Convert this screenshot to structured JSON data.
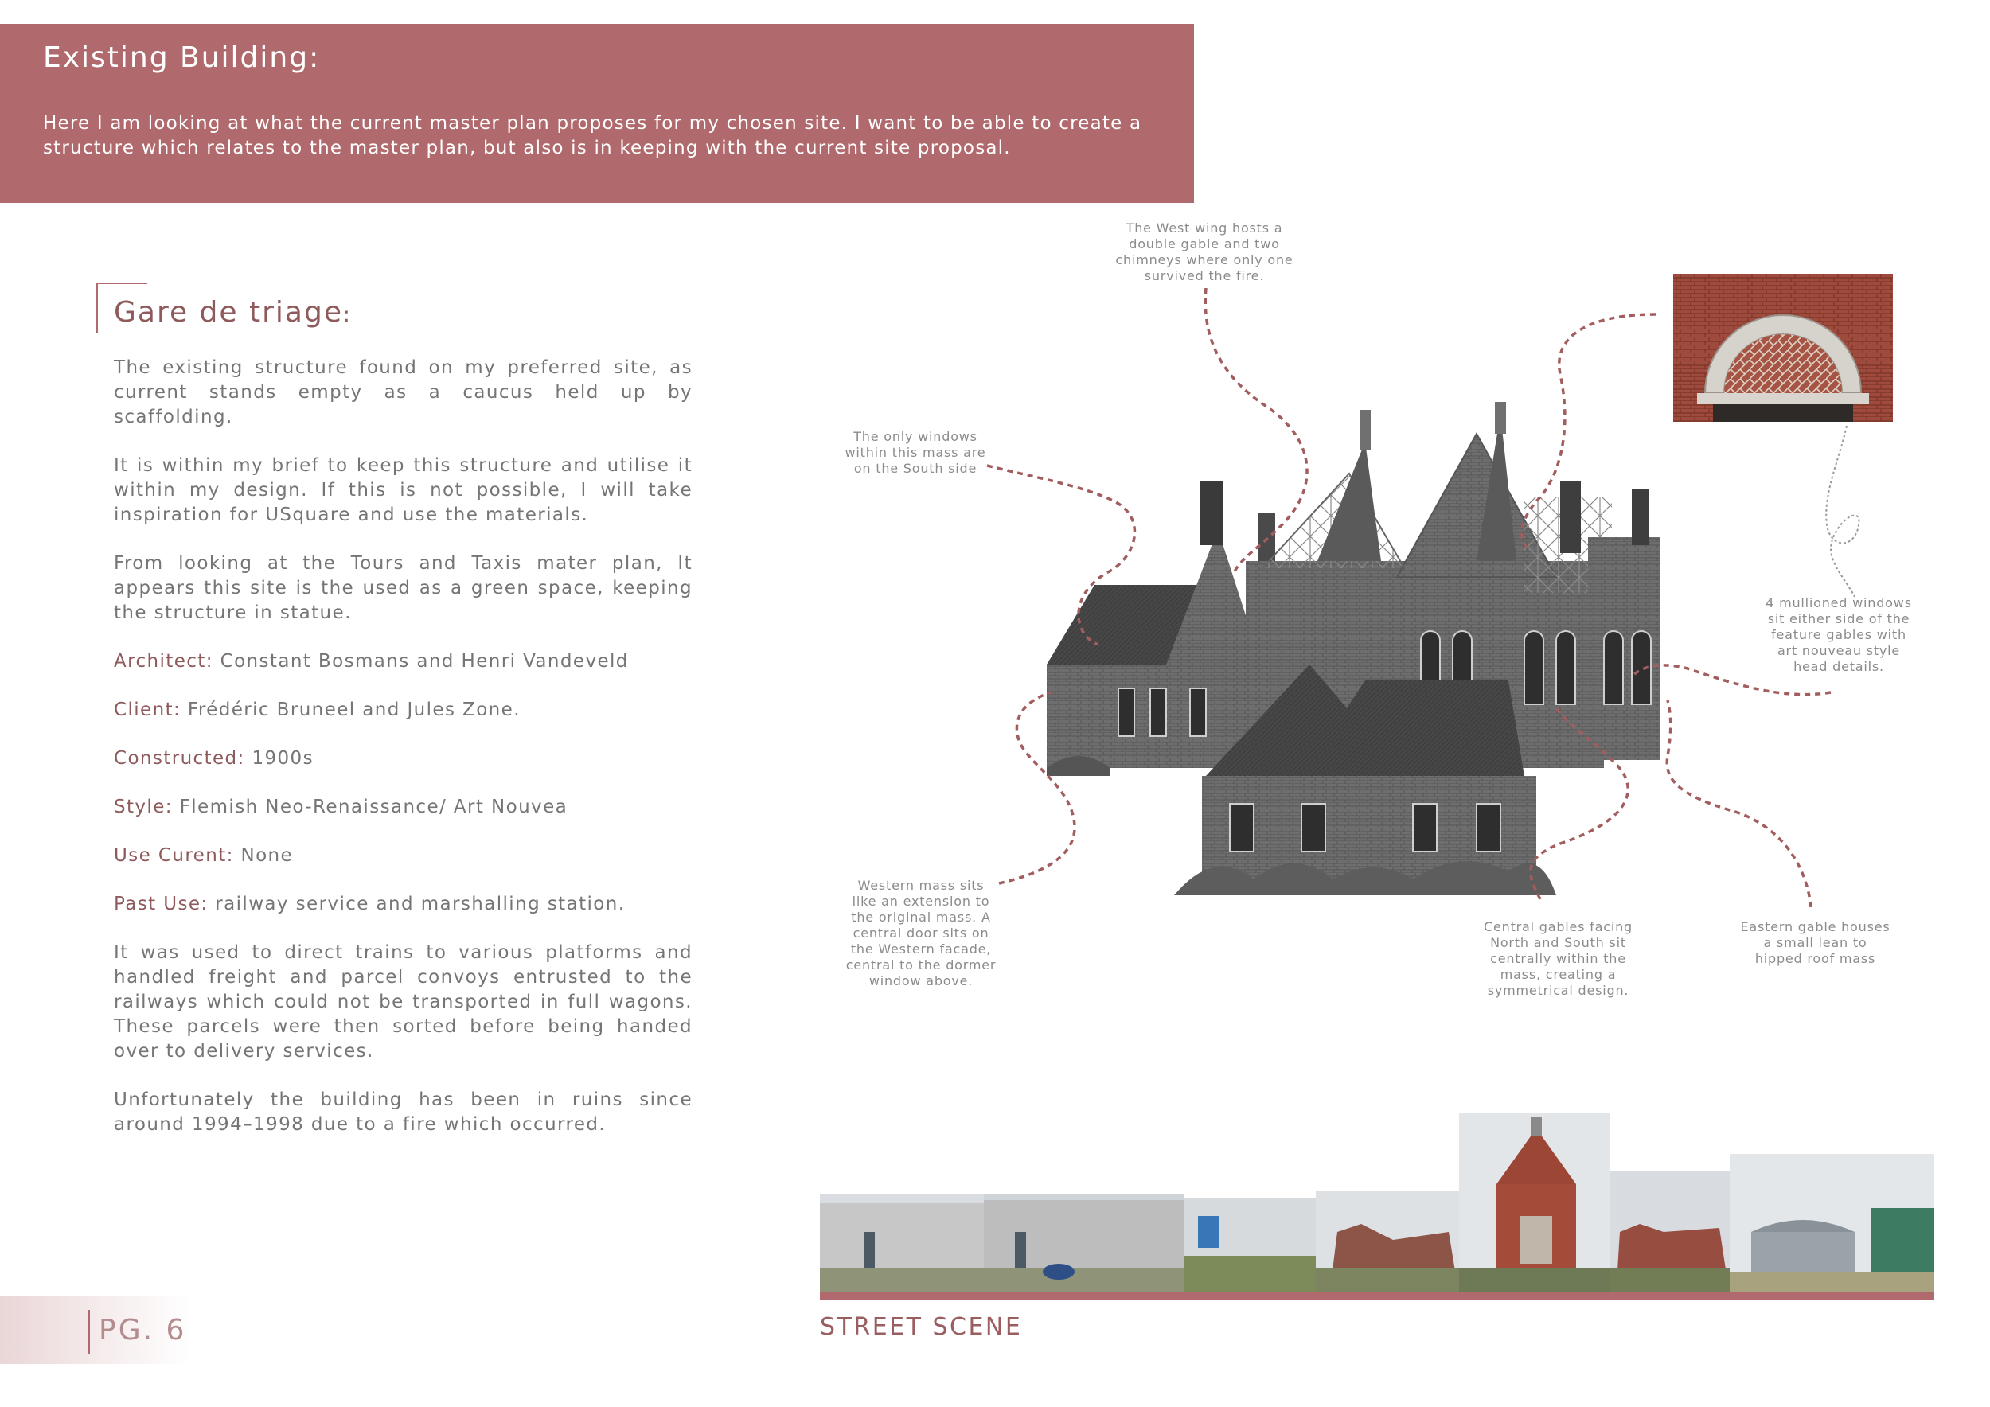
{
  "header": {
    "title": "Existing Building:",
    "intro": "Here I am looking at what the current master plan proposes for my chosen site. I want to be able to create a structure which relates to the master plan, but also is in keeping with the current site proposal."
  },
  "section": {
    "title": "Gare de triage",
    "title_colon": ":",
    "paragraphs": [
      "The existing structure found on my preferred site, as current stands empty as a caucus held up by scaffolding.",
      "It is within my brief to keep this structure and utilise it within my design. If this is not possible, I will take inspiration for USquare and use the materials.",
      "From looking at the Tours and Taxis mater plan, It appears this site is the used as a green space, keeping the structure in statue."
    ],
    "facts": [
      {
        "label": "Architect:",
        "value": "Constant Bosmans and Henri Vandeveld"
      },
      {
        "label": "Client:",
        "value": "Frédéric Bruneel and Jules Zone."
      },
      {
        "label": "Constructed:",
        "value": "1900s"
      },
      {
        "label": "Style:",
        "value": "Flemish Neo-Renaissance/ Art Nouvea"
      },
      {
        "label": "Use Curent:",
        "value": "None"
      },
      {
        "label": "Past Use:",
        "value": "railway service and marshalling station."
      }
    ],
    "closing": [
      "It was used to direct trains to various platforms and handled freight and parcel convoys entrusted to the railways which could not be transported in full wagons. These parcels were then sorted before being handed over to delivery services.",
      "Unfortunately the building has been in ruins since around 1994–1998 due to a fire which occurred."
    ]
  },
  "annotations": {
    "west_wing": "The West wing hosts a double gable and two chimneys where only one survived the fire.",
    "windows": "The only windows within this mass are on the South side",
    "mullioned": "4 mullioned windows sit either side of the feature gables with art nouveau style head details.",
    "western_mass": "Western mass sits like an extension to the original mass. A central door sits on the Western facade, central to the dormer window above.",
    "central_gables": "Central gables facing North and South sit centrally within the mass, creating a symmetrical design.",
    "eastern_gable": "Eastern gable houses a small lean to hipped roof mass"
  },
  "street_scene_title": "STREET SCENE",
  "page_number": "PG. 6",
  "colors": {
    "accent": "#b0696c",
    "title": "#8e5a5c",
    "text": "#757575",
    "annotation_line": "#a25d5f"
  }
}
